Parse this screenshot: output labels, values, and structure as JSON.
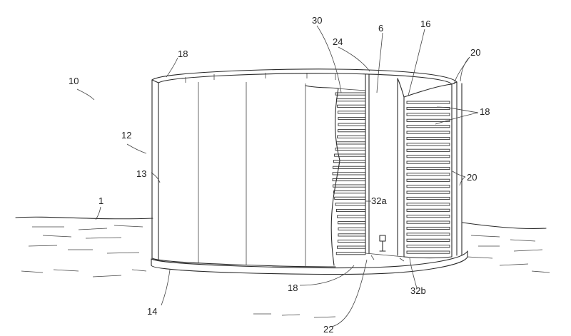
{
  "labels": {
    "l1": "1",
    "l6": "6",
    "l10": "10",
    "l12": "12",
    "l13": "13",
    "l14": "14",
    "l16": "16",
    "l18_top": "18",
    "l18_right": "18",
    "l18_bottom": "18",
    "l20_top": "20",
    "l20_mid": "20",
    "l22": "22",
    "l24": "24",
    "l30": "30",
    "l32a": "32a",
    "l32b": "32b"
  }
}
